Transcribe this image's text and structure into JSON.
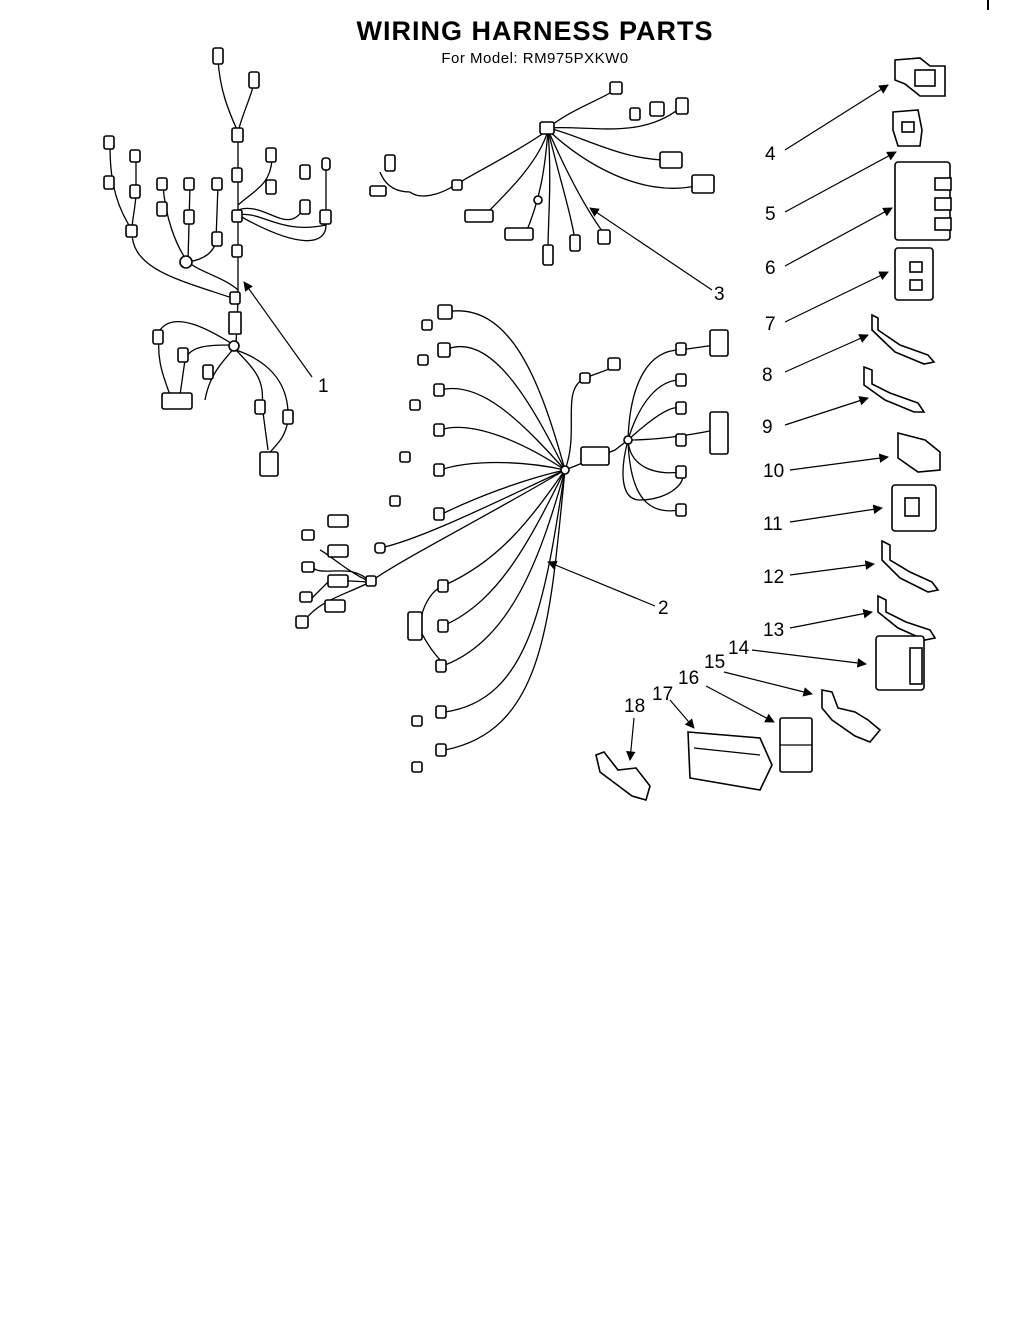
{
  "header": {
    "title": "WIRING HARNESS PARTS",
    "subtitle": "For Model: RM975PXKW0"
  },
  "callouts": [
    "1",
    "2",
    "3",
    "4",
    "5",
    "6",
    "7",
    "8",
    "9",
    "10",
    "11",
    "12",
    "13",
    "14",
    "15",
    "16",
    "17",
    "18"
  ],
  "colors": {
    "ink": "#000000",
    "paper": "#ffffff"
  }
}
